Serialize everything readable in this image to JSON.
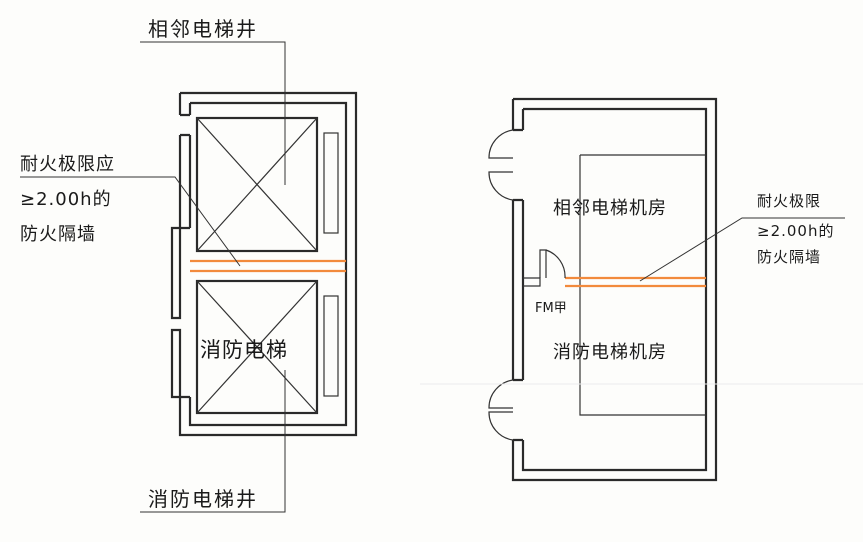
{
  "left": {
    "shaft_adjacent_label": "相邻电梯井",
    "wall_label_line1": "耐火极限应",
    "wall_label_line2": "≥2.00h的",
    "wall_label_line3": "防火隔墙",
    "fire_elevator_label": "消防电梯",
    "shaft_fire_label": "消防电梯井"
  },
  "right": {
    "room_adjacent_label": "相邻电梯机房",
    "room_fire_label": "消防电梯机房",
    "door_label": "FM甲",
    "wall_label_line1": "耐火极限",
    "wall_label_line2": "≥2.00h的",
    "wall_label_line3": "防火隔墙"
  },
  "colors": {
    "fire_wall": "#f28a3c",
    "lines": "#2a2a2a"
  }
}
